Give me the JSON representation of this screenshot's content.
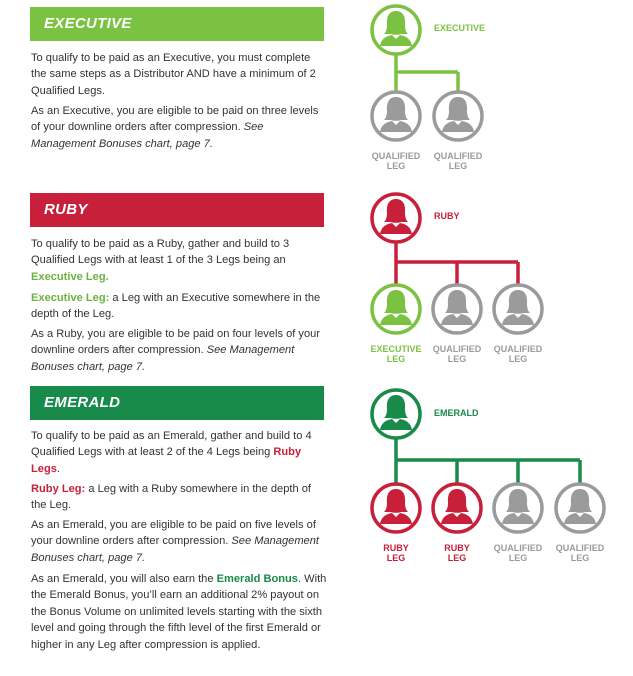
{
  "colors": {
    "executive_green": "#7cc242",
    "ruby_red": "#c8203a",
    "emerald_green": "#188a4a",
    "qualified_gray": "#9b9b9b"
  },
  "executive": {
    "banner": "EXECUTIVE",
    "p1": "To qualify to be paid as an Executive, you must complete the same steps as a Distributor AND have a minimum of 2 Qualified Legs.",
    "p2_text": "As an Executive, you are eligible to be paid on three levels of your downline orders after compression. ",
    "p2_ref": "See Management Bonuses chart, page 7.",
    "diagram": {
      "top_label": "EXECUTIVE",
      "legs": [
        {
          "line1": "QUALIFIED",
          "line2": "LEG"
        },
        {
          "line1": "QUALIFIED",
          "line2": "LEG"
        }
      ]
    }
  },
  "ruby": {
    "banner": "RUBY",
    "p1_text": "To qualify to be paid as a Ruby, gather and build to 3 Qualified Legs with at least 1 of the 3 Legs being an ",
    "p1_highlight": "Executive Leg.",
    "p2_term": "Executive Leg:",
    "p2_text": " a Leg with an Executive somewhere in the depth of the Leg.",
    "p3_text": "As a Ruby, you are eligible to be paid on four levels of your downline orders after compression. ",
    "p3_ref": "See Management Bonuses chart, page 7.",
    "diagram": {
      "top_label": "RUBY",
      "legs": [
        {
          "line1": "EXECUTIVE",
          "line2": "LEG"
        },
        {
          "line1": "QUALIFIED",
          "line2": "LEG"
        },
        {
          "line1": "QUALIFIED",
          "line2": "LEG"
        }
      ]
    }
  },
  "emerald": {
    "banner": "EMERALD",
    "p1_text": "To qualify to be paid as an Emerald, gather and build to 4 Qualified Legs with at least 2 of the 4 Legs being ",
    "p1_highlight": "Ruby Legs",
    "p1_end": ".",
    "p2_term": "Ruby Leg:",
    "p2_text": " a Leg with a Ruby somewhere in the depth of the Leg.",
    "p3_text": "As an Emerald, you are eligible to be paid on five levels of your downline orders after compression. ",
    "p3_ref": "See Management Bonuses chart, page 7.",
    "p4_text": "As an Emerald, you will also earn the ",
    "p4_highlight": "Emerald Bonus",
    "p4_end": ". With the Emerald Bonus, you’ll earn an additional 2% payout on the Bonus Volume on unlimited levels starting with the sixth level and going through the fifth level of the first Emerald or higher in any Leg after compression is applied.",
    "diagram": {
      "top_label": "EMERALD",
      "legs": [
        {
          "line1": "RUBY",
          "line2": "LEG"
        },
        {
          "line1": "RUBY",
          "line2": "LEG"
        },
        {
          "line1": "QUALIFIED",
          "line2": "LEG"
        },
        {
          "line1": "QUALIFIED",
          "line2": "LEG"
        }
      ]
    }
  }
}
